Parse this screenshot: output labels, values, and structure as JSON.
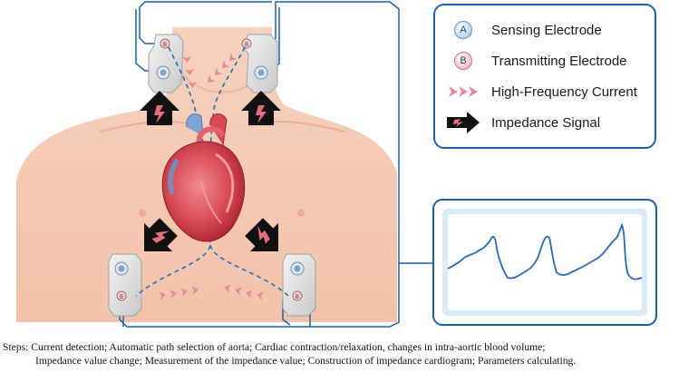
{
  "legend": {
    "items": [
      {
        "symbol_letter": "A",
        "label": "Sensing Electrode",
        "icon": "sensing-electrode-icon"
      },
      {
        "symbol_letter": "B",
        "label": "Transmitting Electrode",
        "icon": "transmitting-electrode-icon"
      },
      {
        "label": "High-Frequency Current",
        "icon": "high-frequency-current-icon"
      },
      {
        "label": "Impedance Signal",
        "icon": "impedance-signal-icon"
      }
    ]
  },
  "electrode_letters": {
    "sensing": "A",
    "transmitting": "B"
  },
  "steps": {
    "prefix": "Steps: ",
    "line1": "Current detection; Automatic path selection of aorta;  Cardiac contraction/relaxation, changes in intra-aortic blood volume;",
    "line2": "Impedance value change; Measurement of the impedance value; Construction of impedance cardiogram; Parameters calculating."
  },
  "colors": {
    "wire": "#1f5fa8",
    "skin": "#f7cdb8",
    "current": "#e7899a",
    "signal_arrow": "#111111",
    "signal_bolt": "#e0707f",
    "monitor_bg": "#dce9f7"
  }
}
